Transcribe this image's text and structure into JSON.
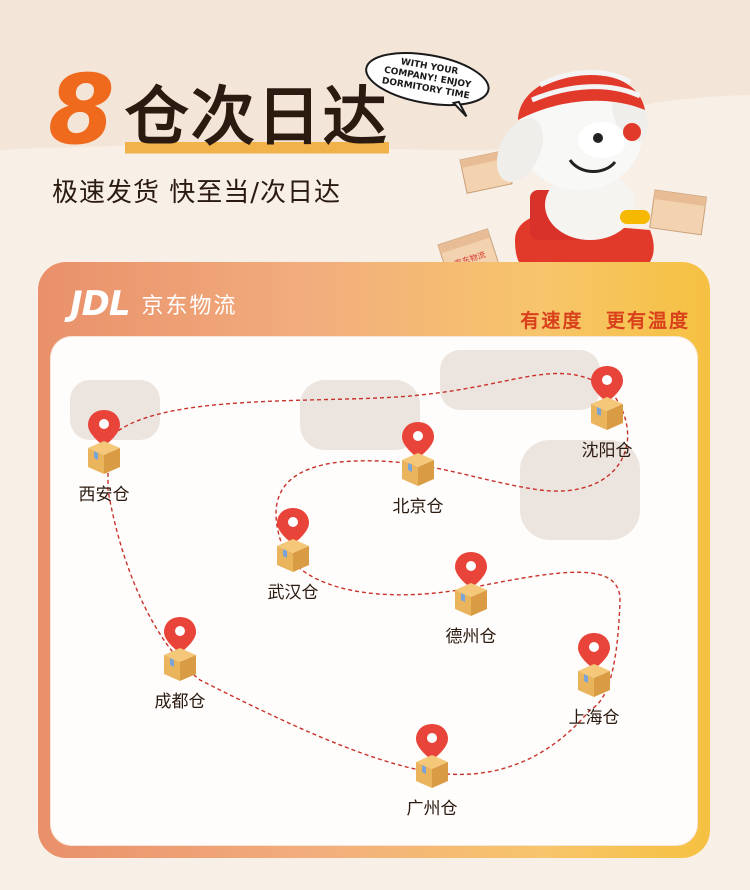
{
  "header": {
    "headline_number": "8",
    "headline_text": "仓次日达",
    "subline": "极速发货  快至当/次日达",
    "bubble_line1": "WITH YOUR",
    "bubble_line2": "COMPANY! ENJOY",
    "bubble_line3": "DORMITORY TIME",
    "box_label": "京东物流"
  },
  "card": {
    "logo_mark": "JDL",
    "logo_name": "京东物流",
    "tagline": "有速度 更有温度"
  },
  "warehouses": [
    {
      "id": "xian",
      "label": "西安仓"
    },
    {
      "id": "beijing",
      "label": "北京仓"
    },
    {
      "id": "shenyang",
      "label": "沈阳仓"
    },
    {
      "id": "wuhan",
      "label": "武汉仓"
    },
    {
      "id": "dezhou",
      "label": "德州仓"
    },
    {
      "id": "chengdu",
      "label": "成都仓"
    },
    {
      "id": "shanghai",
      "label": "上海仓"
    },
    {
      "id": "guangzhou",
      "label": "广州仓"
    }
  ],
  "colors": {
    "accent_orange": "#f06a1e",
    "route_red": "#c8322a",
    "pin_red": "#e8443a",
    "box_tan": "#e9b45c"
  }
}
